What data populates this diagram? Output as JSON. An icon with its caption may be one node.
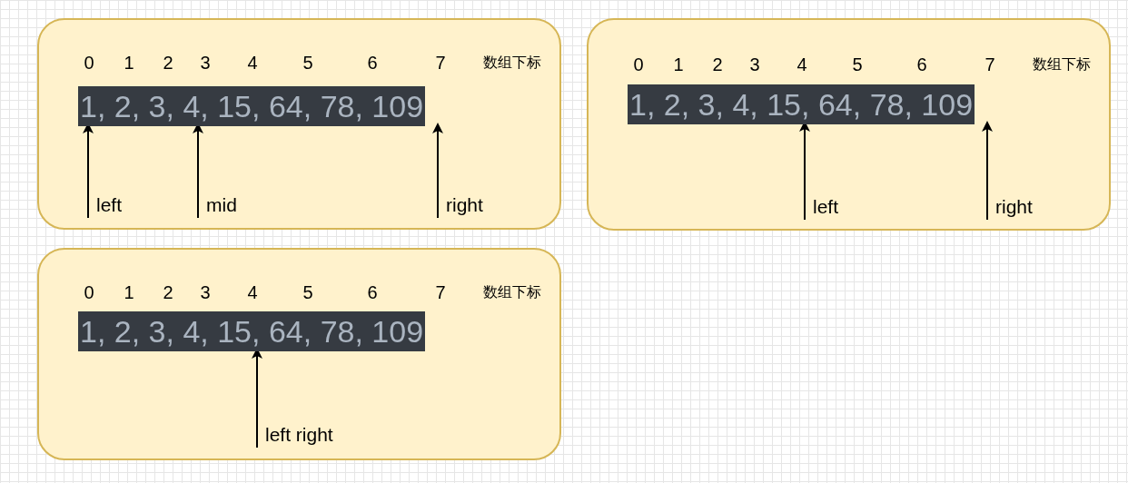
{
  "diagram": {
    "nodes": [
      {
        "text": [],
        "shape": "box"
      },
      {
        "text": [
          "1, 2, 3, 4, 15, 64, 78, 109"
        ],
        "in": 0,
        "beside": [
          "0",
          "1",
          "2",
          "3",
          "4",
          "5",
          "6",
          "7",
          "数组下标"
        ]
      },
      {
        "text": [],
        "shape": "box"
      },
      {
        "text": [
          "1, 2, 3, 4, 15, 64, 78, 109"
        ],
        "in": 2,
        "beside": [
          "0",
          "1",
          "2",
          "3",
          "4",
          "5",
          "6",
          "7",
          "数组下标"
        ]
      },
      {
        "text": [],
        "shape": "box"
      },
      {
        "text": [
          "1, 2, 3, 4, 15, 64, 78, 109"
        ],
        "in": 4,
        "beside": [
          "0",
          "1",
          "2",
          "3",
          "4",
          "5",
          "6",
          "7",
          "数组下标"
        ]
      }
    ],
    "edges": [
      {
        "from": null,
        "to": 1,
        "arrow": "to",
        "label": "left"
      },
      {
        "from": null,
        "to": 1,
        "arrow": "to",
        "label": "mid"
      },
      {
        "from": null,
        "to": 1,
        "arrow": "to",
        "label": "right"
      },
      {
        "from": null,
        "to": 3,
        "arrow": "to",
        "label": "left"
      },
      {
        "from": null,
        "to": 3,
        "arrow": "to",
        "label": "right"
      },
      {
        "from": null,
        "to": 5,
        "arrow": "to",
        "label": "left right"
      }
    ]
  }
}
